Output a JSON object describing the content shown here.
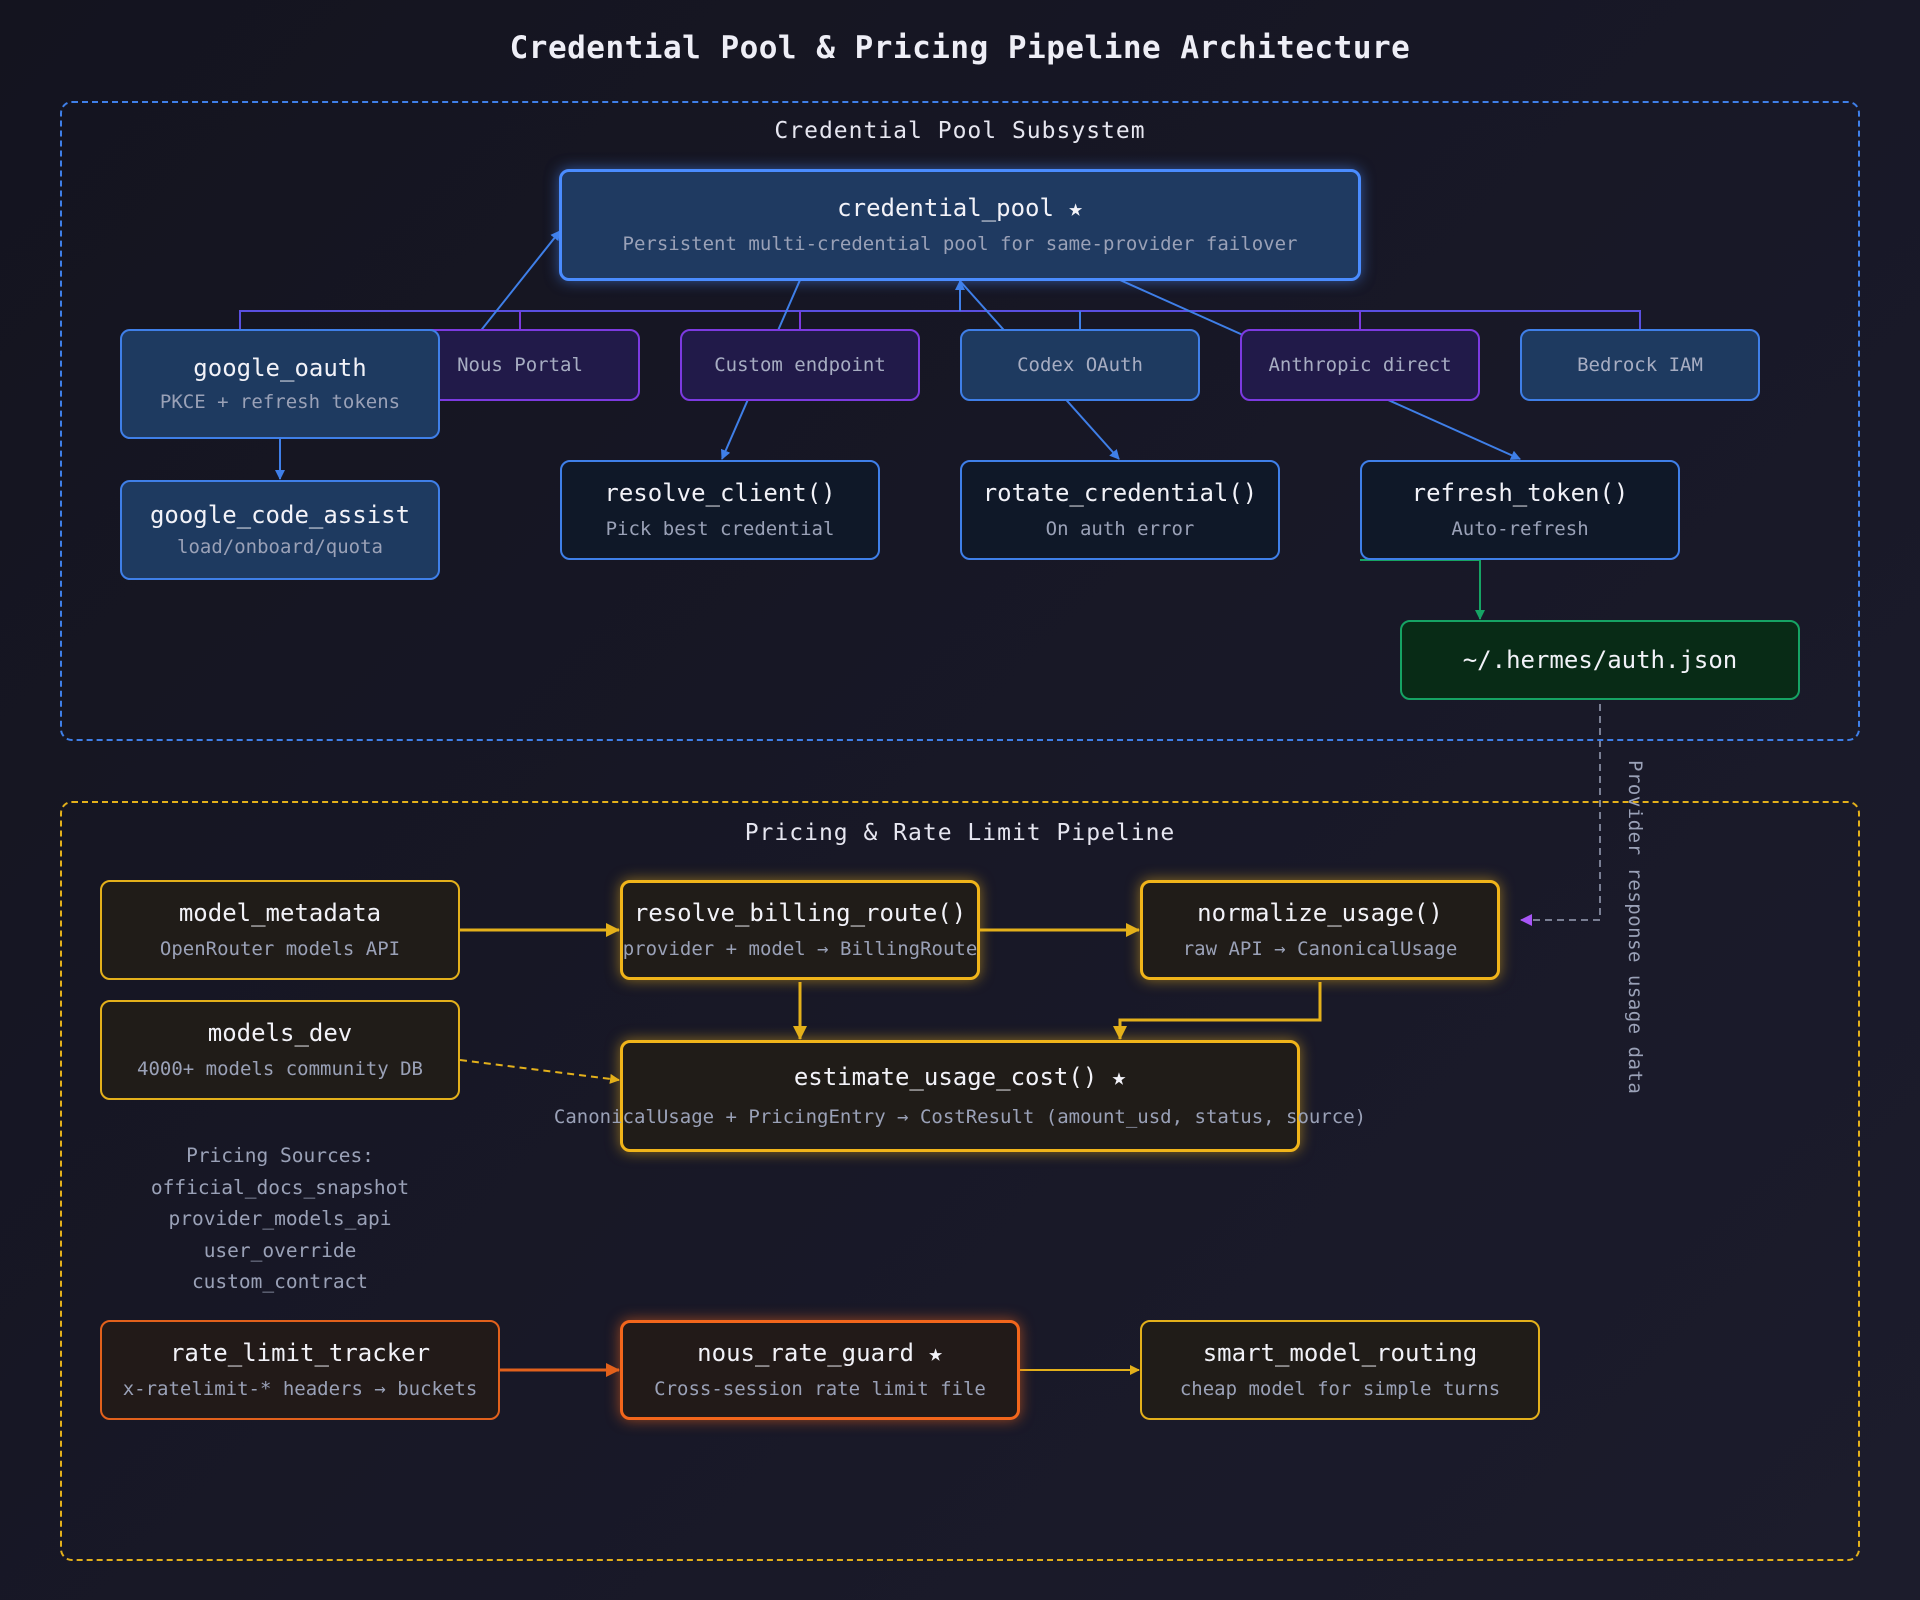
{
  "title": "Credential Pool & Pricing Pipeline Architecture",
  "sections": {
    "credential": {
      "label": "Credential Pool Subsystem",
      "color": "#3f7fe8"
    },
    "pricing": {
      "label": "Pricing & Rate Limit Pipeline",
      "color": "#e3b01b"
    }
  },
  "nodes": {
    "credential_pool": {
      "title": "credential_pool ★",
      "subtitle": "Persistent multi-credential pool for same-provider failover"
    },
    "google_oauth": {
      "title": "google_oauth",
      "subtitle": "PKCE + refresh tokens"
    },
    "google_code_assist": {
      "title": "google_code_assist",
      "subtitle": "load/onboard/quota"
    },
    "resolve_client": {
      "title": "resolve_client()",
      "subtitle": "Pick best credential"
    },
    "rotate_credential": {
      "title": "rotate_credential()",
      "subtitle": "On auth error"
    },
    "refresh_token": {
      "title": "refresh_token()",
      "subtitle": "Auto-refresh"
    },
    "auth_json": {
      "title": "~/.hermes/auth.json"
    },
    "model_metadata": {
      "title": "model_metadata",
      "subtitle": "OpenRouter models API"
    },
    "resolve_billing_route": {
      "title": "resolve_billing_route()",
      "subtitle": "provider + model → BillingRoute"
    },
    "normalize_usage": {
      "title": "normalize_usage()",
      "subtitle": "raw API → CanonicalUsage"
    },
    "models_dev": {
      "title": "models_dev",
      "subtitle": "4000+ models community DB"
    },
    "estimate_usage_cost": {
      "title": "estimate_usage_cost() ★",
      "subtitle": "CanonicalUsage + PricingEntry → CostResult (amount_usd, status, source)"
    },
    "rate_limit_tracker": {
      "title": "rate_limit_tracker",
      "subtitle": "x-ratelimit-* headers → buckets"
    },
    "nous_rate_guard": {
      "title": "nous_rate_guard ★",
      "subtitle": "Cross-session rate limit file"
    },
    "smart_model_routing": {
      "title": "smart_model_routing",
      "subtitle": "cheap model for simple turns"
    }
  },
  "providers": [
    {
      "label": "Nous Portal"
    },
    {
      "label": "Custom endpoint"
    },
    {
      "label": "Codex OAuth"
    },
    {
      "label": "Anthropic direct"
    },
    {
      "label": "Bedrock IAM"
    }
  ],
  "pricing_sources": {
    "heading": "Pricing Sources:",
    "items": [
      "official_docs_snapshot",
      "provider_models_api",
      "user_override",
      "custom_contract"
    ]
  },
  "edge_label": "Provider response usage data",
  "colors": {
    "blue": "#3f7fe8",
    "purple": "#7c3ae0",
    "green": "#16a364",
    "amber": "#e3b01b",
    "orange": "#e2611c",
    "violet_arrow": "#a855f7",
    "muted_text": "#9aa1b7"
  }
}
